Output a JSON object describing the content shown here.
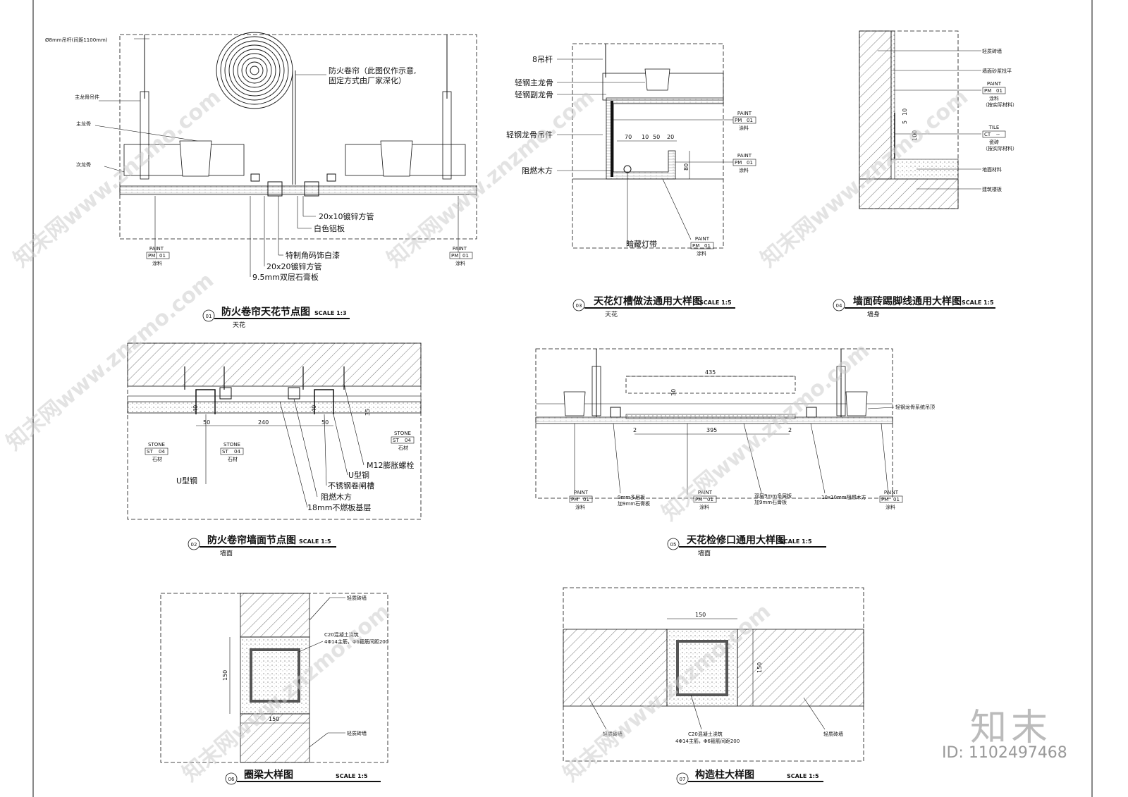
{
  "details": {
    "d01": {
      "num": "01",
      "title": "防火卷帘天花节点图",
      "scale": "SCALE  1:3",
      "sub": "天花"
    },
    "d02": {
      "num": "02",
      "title": "防火卷帘墙面节点图",
      "scale": "SCALE  1:5",
      "sub": "墙面"
    },
    "d03": {
      "num": "03",
      "title": "天花灯槽做法通用大样图",
      "scale": "SCALE  1:5",
      "sub": "天花"
    },
    "d04": {
      "num": "04",
      "title": "墙面砖踢脚线通用大样图",
      "scale": "SCALE  1:5",
      "sub": "墙身"
    },
    "d05": {
      "num": "05",
      "title": "天花检修口通用大样图",
      "scale": "SCALE  1:5",
      "sub": "墙面"
    },
    "d06": {
      "num": "06",
      "title": "圈梁大样图",
      "scale": "SCALE  1:5",
      "sub": ""
    },
    "d07": {
      "num": "07",
      "title": "构造柱大样图",
      "scale": "SCALE  1:5",
      "sub": ""
    }
  },
  "labels01": {
    "rod": "Ø8mm吊杆(间距1100mm)",
    "main_hanger": "主龙骨吊件",
    "main_keel": "主龙骨",
    "sec_keel": "次龙骨",
    "roll": "防火卷帘（此图仅作示意,",
    "roll2": "固定方式由厂家深化）",
    "tube1": "20x10镀锌方管",
    "alu": "白色铝板",
    "corner": "特制角码饰白漆",
    "tube2": "20x20镀锌方管",
    "gyp": "9.5mm双层石膏板",
    "paint_tag": "PAINT",
    "pm": "PM",
    "pm_no": "01",
    "paint_name": "涂料"
  },
  "labels02": {
    "bolt": "M12膨胀螺栓",
    "u_steel": "U型钢",
    "u_steel2": "U型钢",
    "ss_groove": "不锈钢卷闸槽",
    "wood": "阻燃木方",
    "board": "18mm不燃板基层",
    "stone_tag": "STONE",
    "st": "ST",
    "st_no": "04",
    "stone_name": "石材",
    "dim40a": "40",
    "dim50a": "50",
    "dim240": "240",
    "dim40b": "40",
    "dim50b": "50",
    "dim35": "35"
  },
  "labels03": {
    "rod": "8吊杆",
    "main": "轻钢主龙骨",
    "sub": "轻钢副龙骨",
    "hanger": "轻钢龙骨吊件",
    "wood": "阻燃木方",
    "led": "暗藏灯带",
    "d70": "70",
    "d10": "10",
    "d50": "50",
    "d20": "20",
    "d80": "80",
    "paint_tag": "PAINT",
    "pm": "PM",
    "pm_no": "01",
    "paint_name": "涂料"
  },
  "labels04": {
    "l1": "轻质砖墙",
    "l2": "墙面砂浆找平",
    "l3": "涂料",
    "l3b": "（按实际材料）",
    "l4": "瓷砖",
    "l4b": "（按实际材料）",
    "l5": "地面材料",
    "l6": "建筑楼板",
    "paint_tag": "PAINT",
    "pm": "PM",
    "pm_no": "01",
    "tile_tag": "TILE",
    "ct": "CT",
    "ct_no": "--",
    "d10": "10",
    "d5": "5",
    "d100": "100"
  },
  "labels05": {
    "d435": "435",
    "d30": "30",
    "d395": "395",
    "d2a": "2",
    "d2b": "2",
    "sys": "轻钢龙骨系统吊顶",
    "n1": "9mm多层板",
    "n1b": "加9mm石膏板",
    "n2": "双层9mm多层板",
    "n2b": "加9mm石膏板",
    "n3": "10x10mm阻燃木方",
    "paint_tag": "PAINT",
    "pm": "PM",
    "pm_no": "01",
    "paint_name": "涂料"
  },
  "labels06": {
    "wall": "轻质砖墙",
    "concrete": "C20混凝土浇筑",
    "rebar": "4Φ14主筋，Φ6箍筋间距200",
    "d150a": "150",
    "d150b": "150",
    "wall2": "轻质砖墙"
  },
  "labels07": {
    "d150a": "150",
    "d150b": "150",
    "wall_l": "轻质砖墙",
    "wall_r": "轻质砖墙",
    "concrete": "C20混凝土浇筑",
    "rebar": "4Φ14主筋，Φ6箍筋间距200"
  },
  "watermark": {
    "brand": "知末",
    "id": "ID: 1102497468",
    "site": "知末网www.znzmo.com"
  },
  "colors": {
    "line": "#111111",
    "hatch": "#555555",
    "watermark": "#cccccc"
  }
}
